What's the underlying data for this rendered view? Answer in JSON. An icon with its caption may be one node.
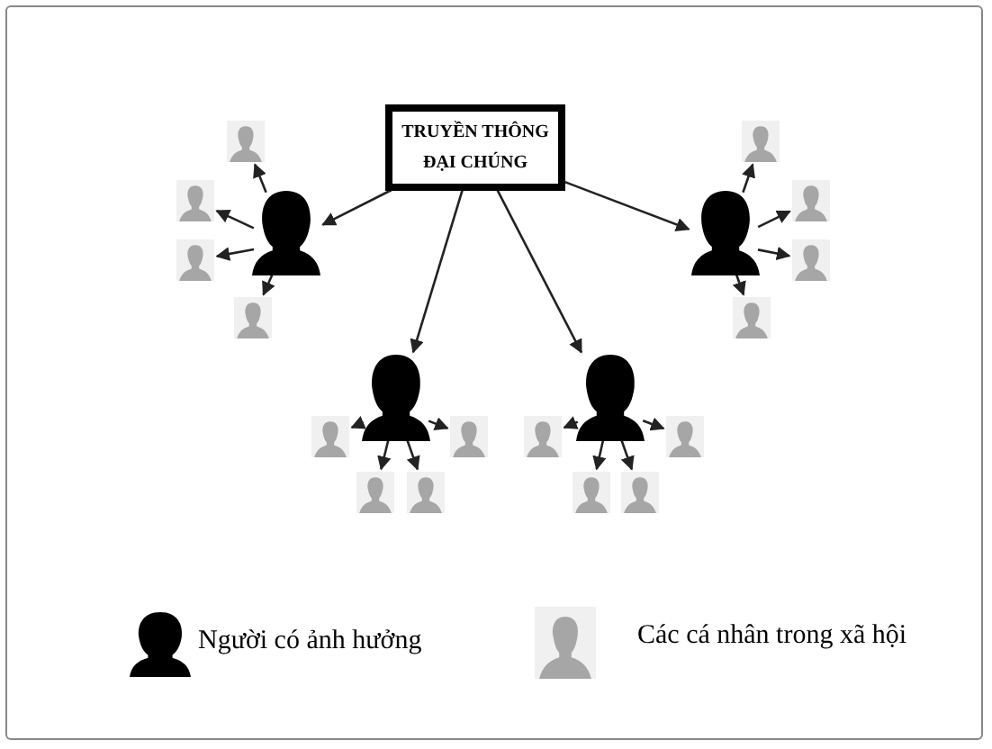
{
  "diagram": {
    "nodes": [
      {
        "text": [
          "TRUYỀN THÔNG ĐẠI CHÚNG"
        ]
      },
      {
        "text": [],
        "shape": "person"
      },
      {
        "text": [],
        "shape": "person"
      },
      {
        "text": [],
        "shape": "person"
      },
      {
        "text": [],
        "shape": "person"
      },
      {
        "text": [],
        "shape": "person"
      },
      {
        "text": [],
        "shape": "person"
      },
      {
        "text": [],
        "shape": "person"
      },
      {
        "text": [],
        "shape": "person"
      },
      {
        "text": [],
        "shape": "person"
      },
      {
        "text": [],
        "shape": "person"
      },
      {
        "text": [],
        "shape": "person"
      },
      {
        "text": [],
        "shape": "person"
      },
      {
        "text": [],
        "shape": "person"
      },
      {
        "text": [],
        "shape": "person"
      },
      {
        "text": [],
        "shape": "person"
      },
      {
        "text": [],
        "shape": "person"
      },
      {
        "text": [],
        "shape": "person"
      },
      {
        "text": [],
        "shape": "person"
      },
      {
        "text": [],
        "shape": "person"
      },
      {
        "text": [],
        "shape": "person"
      }
    ],
    "edges": [
      {
        "from": 0,
        "to": 1,
        "arrow": "to"
      },
      {
        "from": 0,
        "to": 2,
        "arrow": "to"
      },
      {
        "from": 0,
        "to": 3,
        "arrow": "to"
      },
      {
        "from": 0,
        "to": 4,
        "arrow": "to"
      },
      {
        "from": 1,
        "to": 5,
        "arrow": "to"
      },
      {
        "from": 1,
        "to": 6,
        "arrow": "to"
      },
      {
        "from": 1,
        "to": 7,
        "arrow": "to"
      },
      {
        "from": 1,
        "to": 8,
        "arrow": "to"
      },
      {
        "from": 2,
        "to": 9,
        "arrow": "to"
      },
      {
        "from": 2,
        "to": 10,
        "arrow": "to"
      },
      {
        "from": 2,
        "to": 11,
        "arrow": "to"
      },
      {
        "from": 2,
        "to": 12,
        "arrow": "to"
      },
      {
        "from": 3,
        "to": 13,
        "arrow": "to"
      },
      {
        "from": 3,
        "to": 14,
        "arrow": "to"
      },
      {
        "from": 3,
        "to": 15,
        "arrow": "to"
      },
      {
        "from": 3,
        "to": 16,
        "arrow": "to"
      },
      {
        "from": 4,
        "to": 17,
        "arrow": "to"
      },
      {
        "from": 4,
        "to": 18,
        "arrow": "to"
      },
      {
        "from": 4,
        "to": 19,
        "arrow": "to"
      },
      {
        "from": 4,
        "to": 20,
        "arrow": "to"
      }
    ],
    "legend": [
      {
        "text": "Người có ảnh hưởng"
      },
      {
        "text": "Các cá nhân trong xã hội"
      }
    ]
  }
}
